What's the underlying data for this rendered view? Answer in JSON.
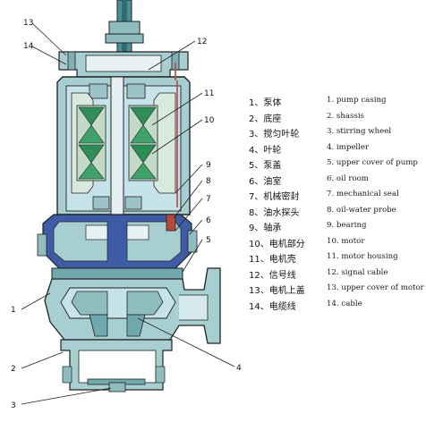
{
  "colors": {
    "casing": "#a7cfd2",
    "casing_dark": "#6fa9ad",
    "interior": "#c7e3ea",
    "oil_room": "#3d5ca5",
    "motor_green": "#2f8d58",
    "motor_light": "#c3dbc6",
    "line": "#222222"
  },
  "callouts": {
    "c1": "1",
    "c2": "2",
    "c3": "3",
    "c4": "4",
    "c5": "5",
    "c6": "6",
    "c7": "7",
    "c8": "8",
    "c9": "9",
    "c10": "10",
    "c11": "11",
    "c12": "12",
    "c13": "13",
    "c14": "14"
  },
  "legend": [
    {
      "zh": "1、泵体",
      "en": "1. pump casing"
    },
    {
      "zh": "2、底座",
      "en": "2. shassis"
    },
    {
      "zh": "3、搅匀叶轮",
      "en": "3. stirring wheel"
    },
    {
      "zh": "4、叶轮",
      "en": "4. impeller"
    },
    {
      "zh": "5、泵盖",
      "en": "5. upper cover of pump"
    },
    {
      "zh": "6、油室",
      "en": "6. oil room"
    },
    {
      "zh": "7、机械密封",
      "en": "7. mechanical seal"
    },
    {
      "zh": "8、油水探头",
      "en": "8. oil-water probe"
    },
    {
      "zh": "9、轴承",
      "en": "9. bearing"
    },
    {
      "zh": "10、电机部分",
      "en": "10. motor"
    },
    {
      "zh": "11、电机壳",
      "en": "11. motor housing"
    },
    {
      "zh": "12、信号线",
      "en": "12. signal cable"
    },
    {
      "zh": "13、电机上盖",
      "en": "13. upper cover of motor"
    },
    {
      "zh": "14、电缆线",
      "en": "14. cable"
    }
  ]
}
